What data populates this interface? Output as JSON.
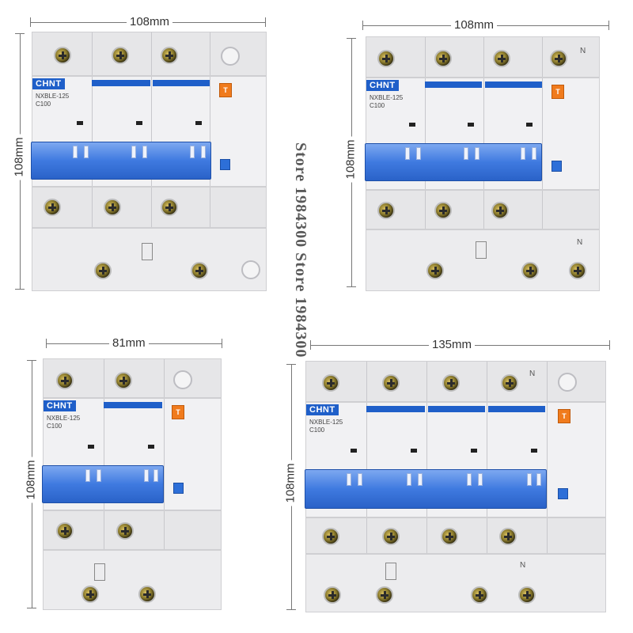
{
  "dimensions": {
    "top_left_width": "108mm",
    "top_left_height": "108mm",
    "top_right_width": "108mm",
    "top_right_height": "108mm",
    "bottom_left_width": "81mm",
    "bottom_left_height": "108mm",
    "bottom_right_width": "135mm",
    "bottom_right_height": "108mm"
  },
  "product": {
    "brand": "CHNT",
    "model": "NXBLE-125",
    "rating": "C100",
    "neutral_label": "N"
  },
  "watermark": {
    "text": "Store 1984300 Store 1984300"
  },
  "colors": {
    "brand_blue": "#1f5fc9",
    "test_orange": "#f07b1d",
    "housing_grey": "#e6e6e8"
  }
}
